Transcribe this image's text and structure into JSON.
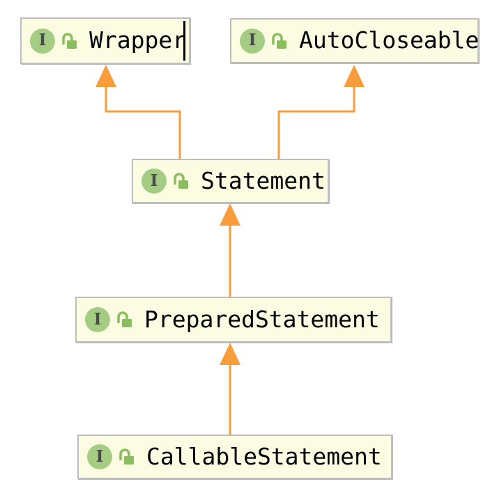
{
  "diagram": {
    "type": "uml-interface-inheritance-diagram",
    "interface_icon_letter": "I",
    "nodes": {
      "wrapper": {
        "label": "Wrapper",
        "kind": "interface",
        "icons": [
          "interface-icon",
          "unlocked-lock-icon"
        ],
        "has_text_caret": true
      },
      "autocloseable": {
        "label": "AutoCloseable",
        "kind": "interface",
        "icons": [
          "interface-icon",
          "unlocked-lock-icon"
        ],
        "has_text_caret": false
      },
      "statement": {
        "label": "Statement",
        "kind": "interface",
        "icons": [
          "interface-icon",
          "unlocked-lock-icon"
        ],
        "has_text_caret": false
      },
      "preparedstatement": {
        "label": "PreparedStatement",
        "kind": "interface",
        "icons": [
          "interface-icon",
          "unlocked-lock-icon"
        ],
        "has_text_caret": false
      },
      "callablestatement": {
        "label": "CallableStatement",
        "kind": "interface",
        "icons": [
          "interface-icon",
          "unlocked-lock-icon"
        ],
        "has_text_caret": false
      }
    },
    "edges": [
      {
        "from": "Statement",
        "to": "Wrapper",
        "relation": "extends",
        "style": "orange-solid-arrow"
      },
      {
        "from": "Statement",
        "to": "AutoCloseable",
        "relation": "extends",
        "style": "orange-solid-arrow"
      },
      {
        "from": "PreparedStatement",
        "to": "Statement",
        "relation": "extends",
        "style": "orange-solid-arrow"
      },
      {
        "from": "CallableStatement",
        "to": "PreparedStatement",
        "relation": "extends",
        "style": "orange-solid-arrow"
      }
    ],
    "colors": {
      "canvas_background": "#FFFFFF",
      "node_fill": "#FCFCE2",
      "node_border": "#BDBDBD",
      "edge_orange": "#F89C3C",
      "interface_icon_green": "#A4CC83",
      "interface_letter_gray": "#4A4A4A",
      "lock_icon_green": "#8ABE5C",
      "label_text": "#000000"
    }
  }
}
